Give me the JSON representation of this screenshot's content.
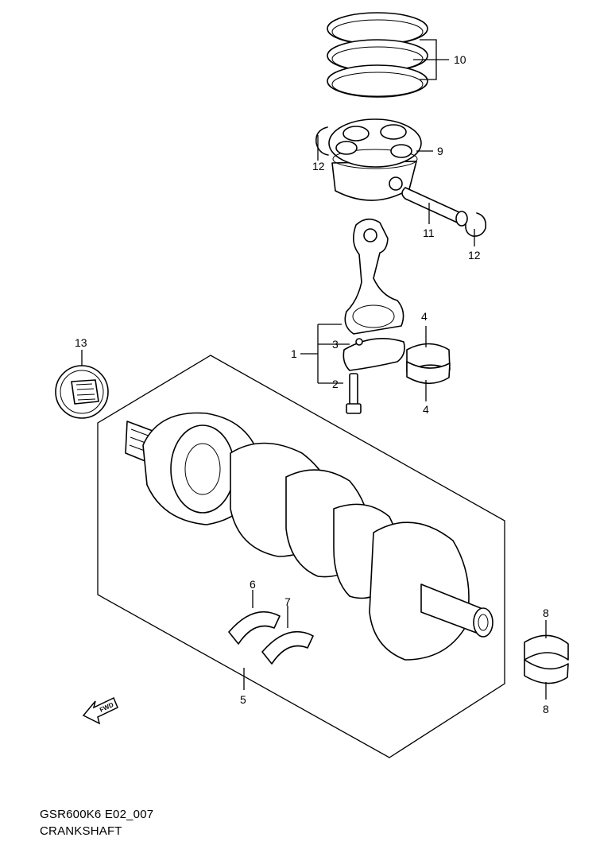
{
  "caption": {
    "code": "GSR600K6 E02_007",
    "name": "CRANKSHAFT"
  },
  "callouts": {
    "c1": "1",
    "c2": "2",
    "c3": "3",
    "c4a": "4",
    "c4b": "4",
    "c5": "5",
    "c6": "6",
    "c7": "7",
    "c8a": "8",
    "c8b": "8",
    "c9": "9",
    "c10": "10",
    "c11": "11",
    "c12a": "12",
    "c12b": "12",
    "c13": "13"
  },
  "arrow": {
    "label": "FWD",
    "icon": "forward-arrow-icon"
  },
  "colors": {
    "line": "#000000",
    "background": "#ffffff"
  }
}
